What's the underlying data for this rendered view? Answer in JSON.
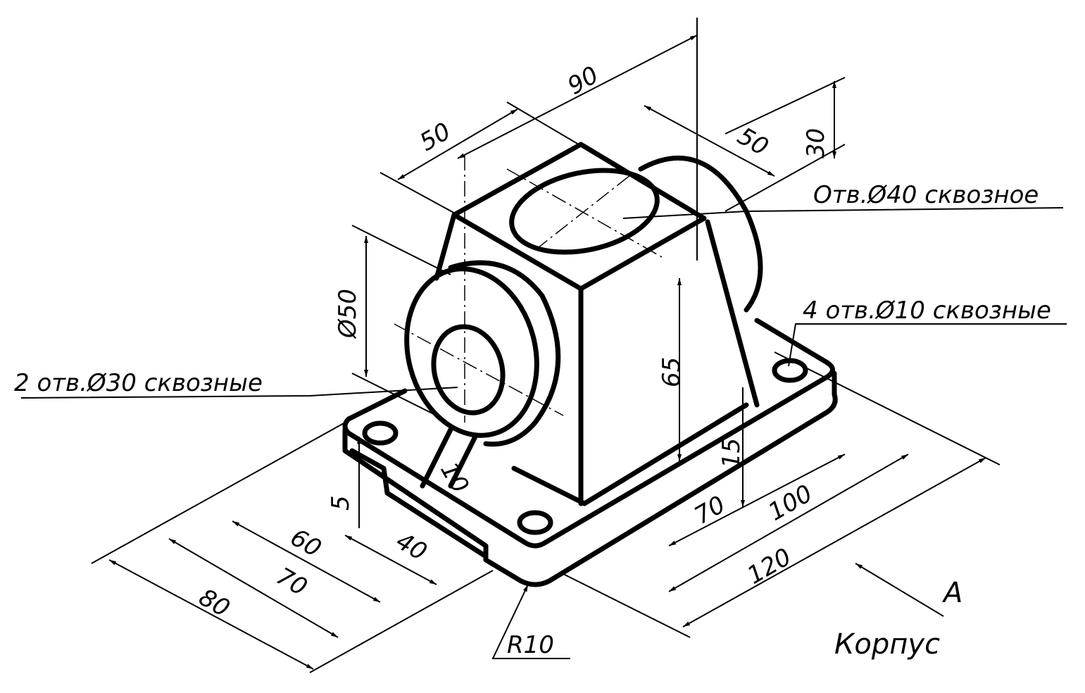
{
  "title": "Корпус",
  "view_label": "A",
  "notes": {
    "hole_top": "Отв.Ø40 сквозное",
    "holes_base": "4 отв.Ø10 сквозные",
    "holes_side": "2 отв.Ø30 сквозные",
    "radius": "R10"
  },
  "dimensions": {
    "top_length": "90",
    "top_left": "50",
    "top_right": "50",
    "boss_height": "30",
    "boss_diameter": "Ø50",
    "box_height": "65",
    "rib_thickness": "10",
    "plate_thickness": "5",
    "plate_step": "15",
    "len_70": "70",
    "len_100": "100",
    "len_120": "120",
    "width_60": "60",
    "width_40": "40",
    "width_70": "70",
    "width_80": "80"
  },
  "colors": {
    "ink": "#000000",
    "paper": "#ffffff"
  }
}
